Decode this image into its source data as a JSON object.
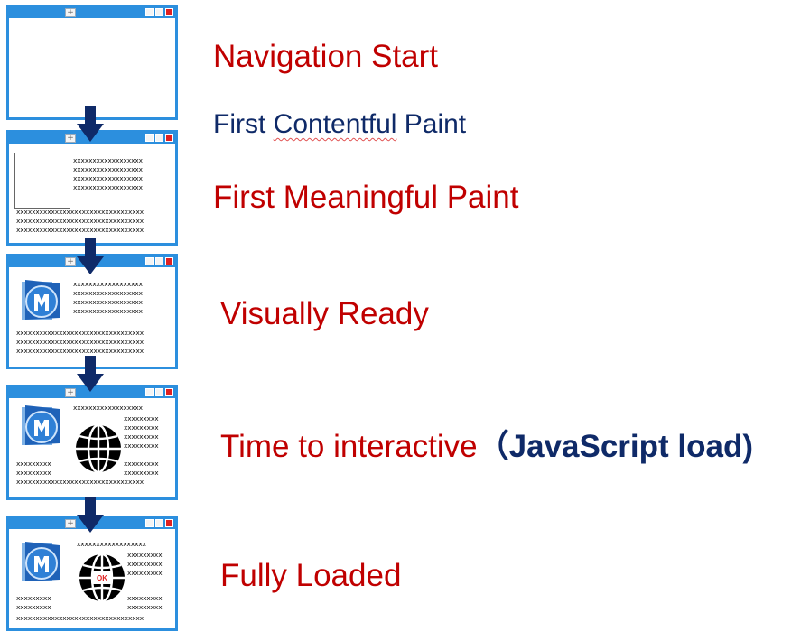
{
  "stages": [
    {
      "label": "Navigation Start"
    },
    {
      "label_pre": "First ",
      "label_squiggle": "Contentful",
      "label_post": " Paint"
    },
    {
      "label": "First Meaningful Paint"
    },
    {
      "label": "Visually Ready"
    },
    {
      "label_main": "Time to interactive",
      "label_bold": "（JavaScript load)"
    },
    {
      "label": "Fully Loaded"
    }
  ],
  "browser": {
    "tab_icon": "plus-icon",
    "controls": [
      "minimize-icon",
      "maximize-icon",
      "close-icon"
    ],
    "frame_color": "#2c8fde",
    "close_color": "#e02020"
  },
  "placeholder_text": {
    "short": "xxxxxxxxxxxxxxxxxx\nxxxxxxxxxxxxxxxxxx\nxxxxxxxxxxxxxxxxxx\nxxxxxxxxxxxxxxxxxx",
    "long": "xxxxxxxxxxxxxxxxxxxxxxxxxxxxxxxxx\nxxxxxxxxxxxxxxxxxxxxxxxxxxxxxxxxx\nxxxxxxxxxxxxxxxxxxxxxxxxxxxxxxxxx",
    "mini": "xxxxxxxxx\nxxxxxxxxx"
  },
  "globe_badge": "OK",
  "colors": {
    "label_red": "#c00000",
    "label_blue": "#0f2a68",
    "arrow": "#0f2a68"
  }
}
